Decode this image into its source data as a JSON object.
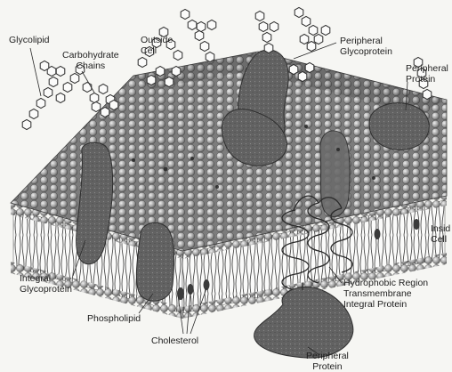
{
  "labels": {
    "glycolipid": "Glycolipid",
    "carbohydrate_chains": "Carbohydrate\nChains",
    "outside_cell": "Outside\nCell",
    "peripheral_glycoprotein": "Peripheral\nGlycoprotein",
    "peripheral_protein_top": "Peripheral\nProtein",
    "inside_cell": "Insid\nCell",
    "integral_glycoprotein": "Integral\nGlycoprotein",
    "phospholipid": "Phospholipid",
    "cholesterol": "Cholesterol",
    "hydrophobic_region": "Hydrophobic Region\nTransmembrane\nIntegral Protein",
    "peripheral_protein_bottom": "Peripheral\nProtein"
  },
  "colors": {
    "background": "#f6f6f3",
    "ink": "#1e1e1e",
    "head_light": "#c9c9c9",
    "head_mid": "#9a9a9a",
    "head_dark": "#6a6a6a",
    "protein": "#5e5e5e",
    "protein_dark": "#3d3d3d",
    "tail": "#3a3a3a"
  }
}
